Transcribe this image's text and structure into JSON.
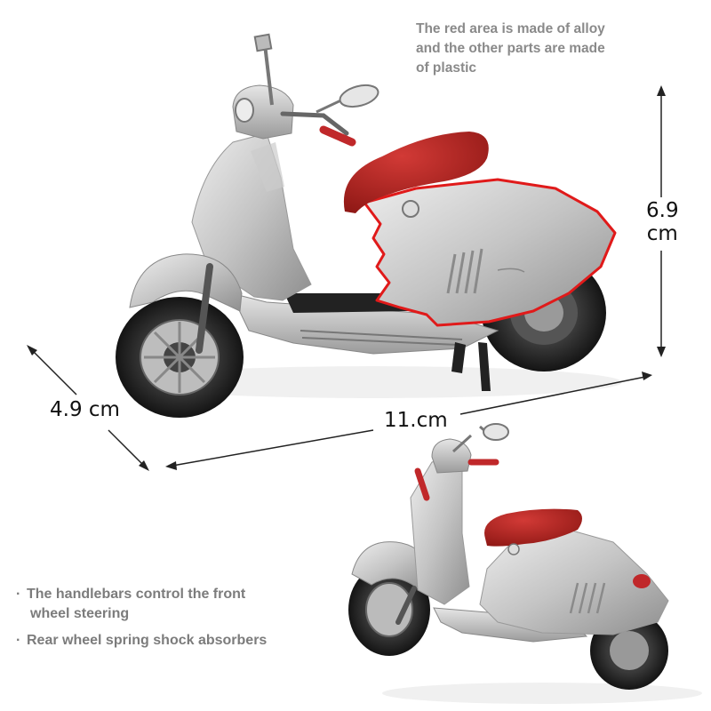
{
  "note": {
    "line1": "The red area is made of alloy",
    "line2": "and the other parts are made",
    "line3": "of plastic"
  },
  "dimensions": {
    "height_value": "6.9",
    "height_unit": "cm",
    "width": "4.9 cm",
    "length": "11.cm"
  },
  "features": [
    {
      "bullet": "·",
      "line1": "The handlebars control the front",
      "line2": "wheel steering"
    },
    {
      "bullet": "·",
      "line1": "Rear wheel spring shock absorbers"
    }
  ],
  "colors": {
    "body_silver": "#c9c9c9",
    "seat_red": "#b0211f",
    "alloy_outline": "#e01a1a",
    "note_gray": "#8a8a8a"
  }
}
